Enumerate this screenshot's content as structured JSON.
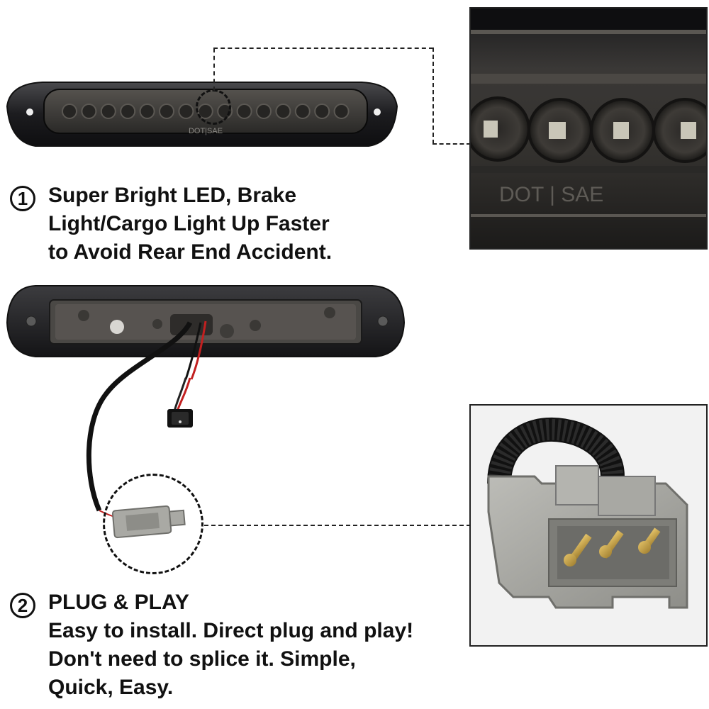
{
  "feature1": {
    "number": "1",
    "lines": [
      "Super Bright LED, Brake",
      "Light/Cargo Light Up Faster",
      "to Avoid Rear End Accident."
    ]
  },
  "feature2": {
    "number": "2",
    "title": "PLUG & PLAY",
    "lines": [
      "Easy to install. Direct plug and play!",
      "Don't need to splice it. Simple,",
      "Quick, Easy."
    ]
  },
  "markings": {
    "front": "DOT|SAE",
    "zoom": "DOT | SAE"
  },
  "colors": {
    "housing": "#1f1f22",
    "lens": "#3b3a38",
    "connector": "#a9a9a4",
    "pin": "#c8a24a",
    "wire_red": "#c22020"
  },
  "icons": {
    "switch": "rocker-switch-icon"
  }
}
